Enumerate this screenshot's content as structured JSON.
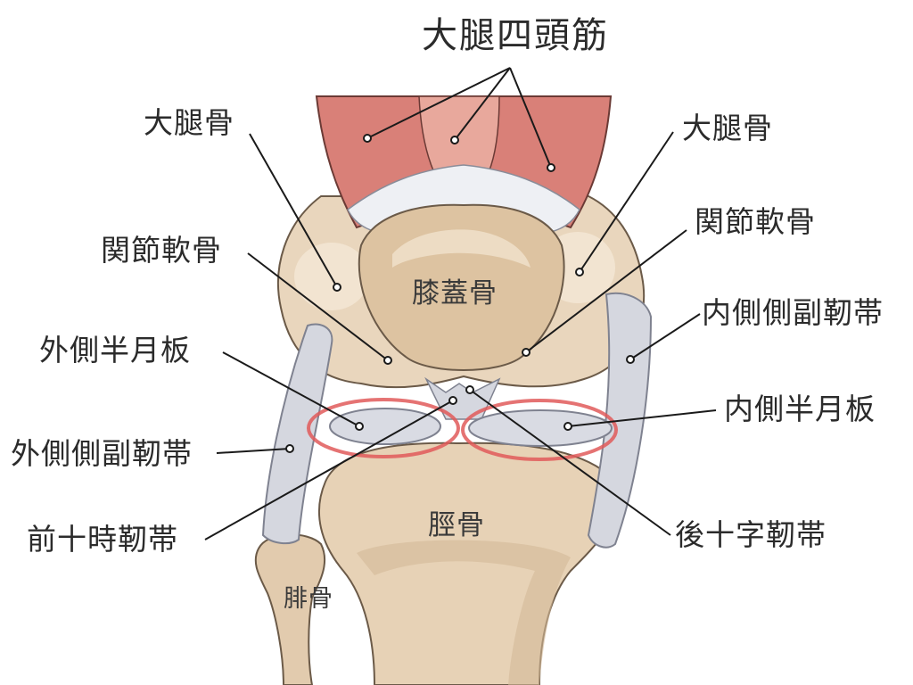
{
  "labels": {
    "quadriceps": "大腿四頭筋",
    "femur_left": "大腿骨",
    "femur_right": "大腿骨",
    "cartilage_left": "関節軟骨",
    "cartilage_right": "関節軟骨",
    "lateral_meniscus": "外側半月板",
    "medial_meniscus": "内側半月板",
    "lcl": "外側側副靭帯",
    "mcl": "内側側副靭帯",
    "acl": "前十時靭帯",
    "pcl": "後十字靭帯",
    "patella": "膝蓋骨",
    "tibia": "脛骨",
    "fibula": "腓骨"
  },
  "colors": {
    "bone": "#e7d2b6",
    "bone_shadow": "#c9ab86",
    "muscle": "#d98078",
    "muscle_light": "#eab0a4",
    "ligament": "#d5d7df",
    "ligament_shadow": "#9fa2b0",
    "highlight_ring": "#e05a5a",
    "leader_line": "#1a1a1a"
  }
}
